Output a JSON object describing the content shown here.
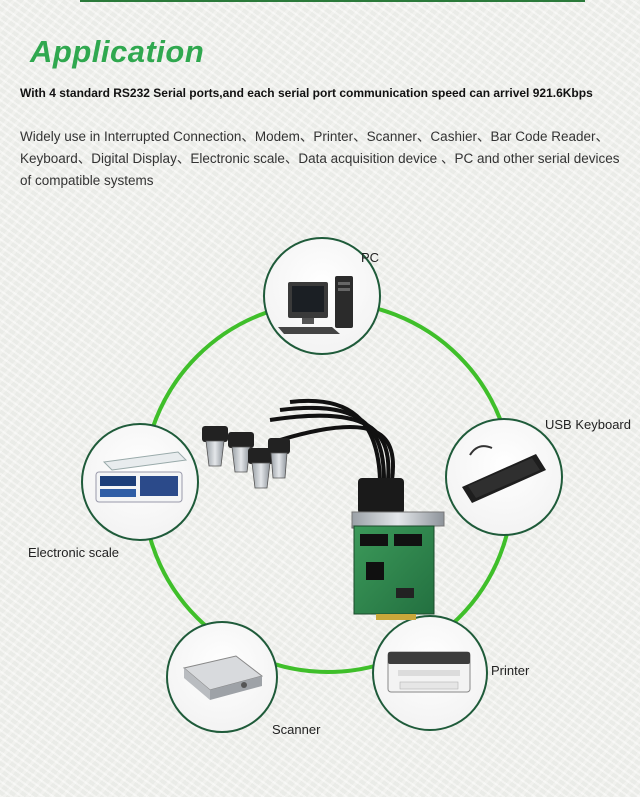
{
  "header": {
    "title": "Application",
    "headline": "With 4 standard RS232 Serial ports,and each serial port communication speed can arrivel 921.6Kbps",
    "description": "Widely use in Interrupted Connection、Modem、Printer、Scanner、Cashier、Bar Code Reader、Keyboard、Digital Display、Electronic scale、Data acquisition device 、PC and other serial devices of compatible systems"
  },
  "diagram": {
    "ring_color": "#3fbf2a",
    "devices": [
      {
        "id": "pc",
        "label": "PC",
        "icon": "desktop-pc-icon"
      },
      {
        "id": "keyboard",
        "label": "USB Keyboard",
        "icon": "keyboard-icon"
      },
      {
        "id": "printer",
        "label": "Printer",
        "icon": "laser-printer-icon"
      },
      {
        "id": "scanner",
        "label": "Scanner",
        "icon": "flatbed-scanner-icon"
      },
      {
        "id": "scale",
        "label": "Electronic scale",
        "icon": "electronic-scale-icon"
      }
    ],
    "center": {
      "icon": "pcie-serial-card-icon"
    }
  }
}
